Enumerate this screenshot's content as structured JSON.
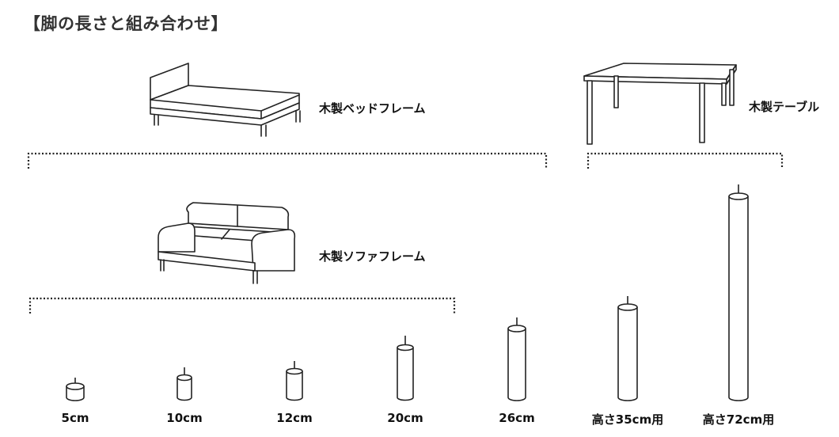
{
  "title": "【脚の長さと組み合わせ】",
  "furniture": {
    "bed": "木製ベッドフレーム",
    "sofa": "木製ソファフレーム",
    "table": "木製テーブル"
  },
  "legs": [
    {
      "label": "5cm"
    },
    {
      "label": "10cm"
    },
    {
      "label": "12cm"
    },
    {
      "label": "20cm"
    },
    {
      "label": "26cm"
    },
    {
      "label": "高さ35cm用"
    },
    {
      "label": "高さ72cm用"
    }
  ],
  "colors": {
    "line": "#222222",
    "text": "#111111",
    "title": "#333333"
  }
}
